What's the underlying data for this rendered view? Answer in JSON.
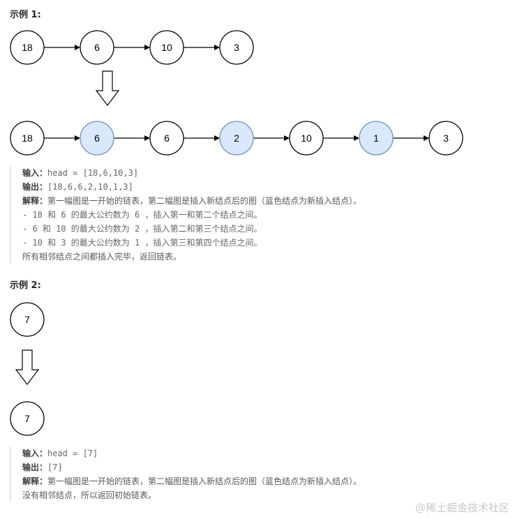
{
  "example1": {
    "title": "示例 1:",
    "before_nodes": [
      "18",
      "6",
      "10",
      "3"
    ],
    "after_nodes": [
      {
        "label": "18",
        "inserted": false
      },
      {
        "label": "6",
        "inserted": true
      },
      {
        "label": "6",
        "inserted": false
      },
      {
        "label": "2",
        "inserted": true
      },
      {
        "label": "10",
        "inserted": false
      },
      {
        "label": "1",
        "inserted": true
      },
      {
        "label": "3",
        "inserted": false
      }
    ],
    "input_label": "输入：",
    "input_value": "head = [18,6,10,3]",
    "output_label": "输出：",
    "output_value": "[18,6,6,2,10,1,3]",
    "explain_label": "解释：",
    "explain_text": "第一幅图是一开始的链表，第二幅图是插入新结点后的图（蓝色结点为新插入结点）。",
    "steps": [
      "- 18 和 6 的最大公约数为 6 ，插入第一和第二个结点之间。",
      "- 6 和 10 的最大公约数为 2 ，插入第二和第三个结点之间。",
      "- 10 和 3 的最大公约数为 1 ，插入第三和第四个结点之间。"
    ],
    "conclusion": "所有相邻结点之间都插入完毕，返回链表。"
  },
  "example2": {
    "title": "示例 2:",
    "before_nodes": [
      "7"
    ],
    "after_nodes": [
      {
        "label": "7",
        "inserted": false
      }
    ],
    "input_label": "输入：",
    "input_value": "head = [7]",
    "output_label": "输出：",
    "output_value": "[7]",
    "explain_label": "解释：",
    "explain_text": "第一幅图是一开始的链表，第二幅图是插入新结点后的图（蓝色结点为新插入结点）。",
    "conclusion": "没有相邻结点，所以返回初始链表。"
  },
  "watermark": "@稀土掘金技术社区",
  "colors": {
    "inserted_fill": "#dae8fc",
    "inserted_stroke": "#6c8ebf",
    "node_stroke": "#000000"
  }
}
